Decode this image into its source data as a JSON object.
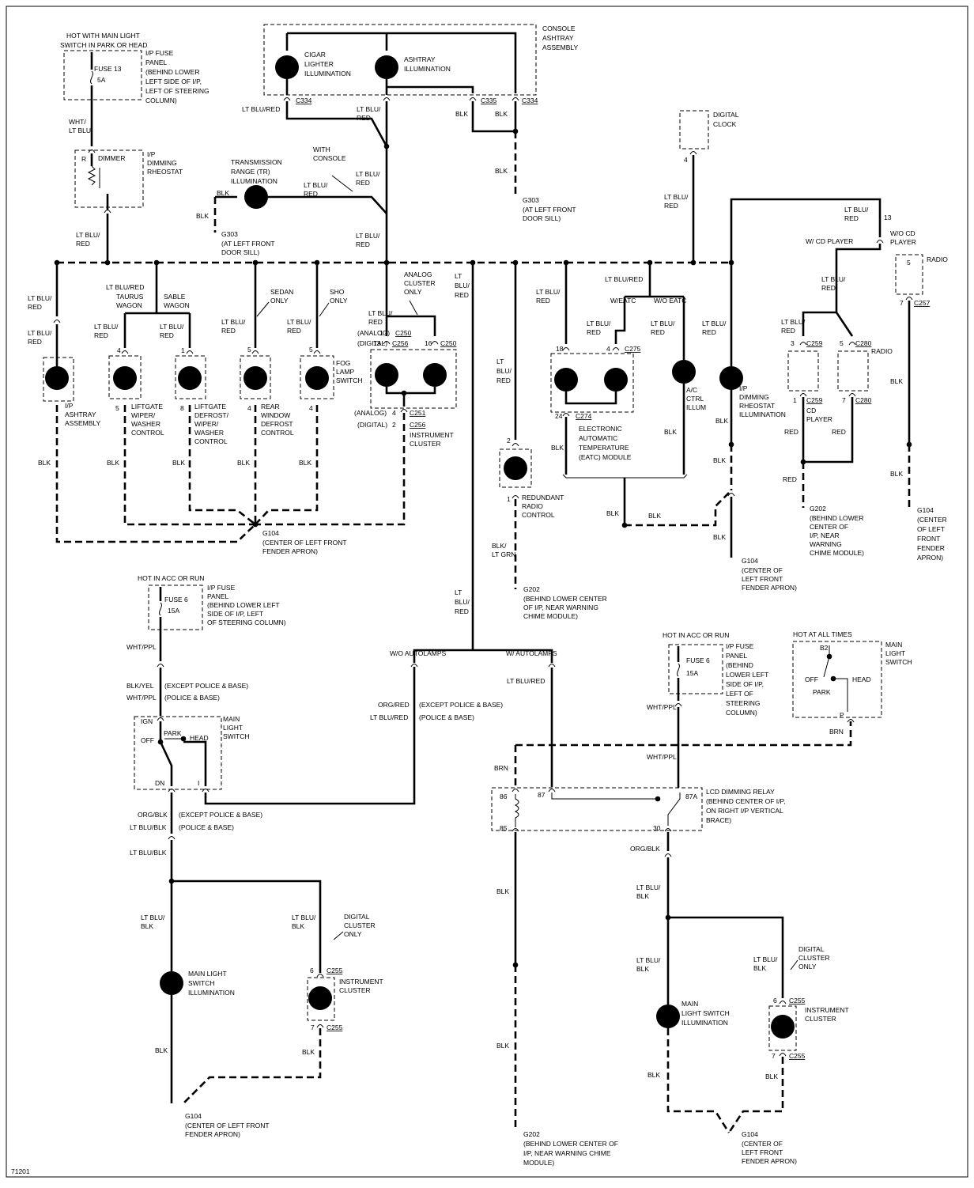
{
  "corner_id": "71201",
  "colors": {
    "ink": "#000000",
    "paper": "#ffffff"
  },
  "fuse13": {
    "hot": "HOT WITH MAIN LIGHT",
    "hot2": "SWITCH IN PARK OR HEAD",
    "name": "FUSE 13",
    "amp": "5A",
    "panel": [
      "I/P FUSE",
      "PANEL",
      "(BEHIND LOWER",
      "LEFT SIDE OF I/P,",
      "LEFT OF STEERING",
      "COLUMN)"
    ]
  },
  "dimmer": {
    "wire_in": [
      "WHT/",
      "LT BLU"
    ],
    "r": "R",
    "name": "DIMMER",
    "label": [
      "I/P",
      "DIMMING",
      "RHEOSTAT"
    ],
    "wire_out": [
      "LT BLU/",
      "RED"
    ]
  },
  "trans": {
    "label": [
      "TRANSMISSION",
      "RANGE (TR)",
      "ILLUMINATION"
    ],
    "blk1": "BLK",
    "blk2": "BLK",
    "gnd": "G303",
    "gnd_loc": [
      "(AT LEFT FRONT",
      "DOOR SILL)"
    ],
    "wire": [
      "LT BLU/",
      "RED"
    ],
    "console": [
      "WITH",
      "CONSOLE"
    ]
  },
  "console": {
    "title": [
      "CONSOLE",
      "ASHTRAY",
      "ASSEMBLY"
    ],
    "cigar": [
      "CIGAR",
      "LIGHTER",
      "ILLUMINATION"
    ],
    "ashtray": [
      "ASHTRAY",
      "ILLUMINATION"
    ],
    "c334": "C334",
    "c335": "C335",
    "c334b": "C334",
    "wire_a": "LT BLU/RED",
    "wire_b": [
      "LT BLU/",
      "RED"
    ],
    "wire_c": [
      "LT BLU/",
      "RED"
    ],
    "wire_d": [
      "LT BLU/",
      "RED"
    ],
    "blk1": "BLK",
    "blk2": "BLK",
    "blk3": "BLK",
    "gnd": "G303",
    "gnd_loc": [
      "(AT LEFT FRONT",
      "DOOR SILL)"
    ]
  },
  "clock": {
    "label": [
      "DIGITAL",
      "CLOCK"
    ],
    "pin": "4",
    "wire": [
      "LT BLU/",
      "RED"
    ]
  },
  "radio_top": {
    "wire": [
      "LT BLU/",
      "RED"
    ],
    "pin": "13",
    "wcd": "W/ CD PLAYER",
    "wocd": [
      "W/O CD",
      "PLAYER"
    ]
  },
  "bus": {
    "ashtray": {
      "wire1": [
        "LT BLU/",
        "RED"
      ],
      "wire2": [
        "LT BLU/",
        "RED"
      ],
      "label": [
        "I/P",
        "ASHTRAY",
        "ASSEMBLY"
      ],
      "blk": "BLK"
    },
    "ltred": "LT BLU/RED",
    "taurus": [
      "TAURUS",
      "WAGON"
    ],
    "sable": [
      "SABLE",
      "WAGON"
    ],
    "liftgate": {
      "wire": [
        "LT BLU/",
        "RED"
      ],
      "pin1": "4",
      "pin2": "5",
      "label": [
        "LIFTGATE",
        "WIPER/",
        "WASHER",
        "CONTROL"
      ],
      "blk": "BLK"
    },
    "defrost": {
      "wire": [
        "LT BLU/",
        "RED"
      ],
      "pin1": "1",
      "pin2": "8",
      "label": [
        "LIFTGATE",
        "DEFROST/",
        "WIPER/",
        "WASHER",
        "CONTROL"
      ],
      "blk": "BLK"
    },
    "rear": {
      "sedan": [
        "SEDAN",
        "ONLY"
      ],
      "wire": [
        "LT BLU/",
        "RED"
      ],
      "pin1": "5",
      "pin2": "4",
      "label": [
        "REAR",
        "WINDOW",
        "DEFROST",
        "CONTROL"
      ],
      "blk": "BLK"
    },
    "fog": {
      "sho": [
        "SHO",
        "ONLY"
      ],
      "wire": [
        "LT BLU/",
        "RED"
      ],
      "pin1": "5",
      "pin2": "4",
      "label": [
        "FOG",
        "LAMP",
        "SWITCH"
      ],
      "blk": "BLK"
    },
    "cluster": {
      "only": [
        "ANALOG",
        "CLUSTER",
        "ONLY"
      ],
      "wire": [
        "LT BLU/",
        "RED"
      ],
      "analog": "(ANALOG)",
      "digital": "(DIGITAL)",
      "p1": "1",
      "p13": "13",
      "p16": "16",
      "c250": "C250",
      "c256": "C256",
      "c250b": "C250",
      "p4": "4",
      "p2": "2",
      "c251": "C251",
      "c256b": "C256",
      "label": [
        "INSTRUMENT",
        "CLUSTER"
      ],
      "analog2": "(ANALOG)",
      "digital2": "(DIGITAL)"
    },
    "g104": "G104",
    "g104_loc": [
      "(CENTER OF LEFT FRONT",
      "FENDER APRON)"
    ],
    "ltblured_mid": [
      "LT",
      "BLU/",
      "RED"
    ]
  },
  "redundant": {
    "wire": [
      "LT",
      "BLU/",
      "RED"
    ],
    "p2": "2",
    "p1": "1",
    "label": [
      "REDUNDANT",
      "RADIO",
      "CONTROL"
    ],
    "wire2": [
      "BLK/",
      "LT GRN"
    ],
    "gnd": "G202",
    "gnd_loc": [
      "(BEHIND LOWER CENTER",
      "OF I/P, NEAR WARNING",
      "CHIME MODULE)"
    ]
  },
  "eatc": {
    "wire": "LT BLU/RED",
    "weatc": "W/EATC",
    "woeatc": "W/O EATC",
    "wire_a": [
      "LT BLU/",
      "RED"
    ],
    "wire_b": [
      "LT BLU/",
      "RED"
    ],
    "wire_c": [
      "LT BLU/",
      "RED"
    ],
    "p18": "18",
    "p4": "4",
    "c275": "C275",
    "p24": "24",
    "c274": "C274",
    "label": [
      "ELECTRONIC",
      "AUTOMATIC",
      "TEMPERATURE",
      "(EATC) MODULE"
    ],
    "blk": "BLK",
    "ac": [
      "A/C",
      "CTRL",
      "ILLUM"
    ],
    "blk2": "BLK",
    "blk3": "BLK",
    "blk4": "BLK"
  },
  "ipdim": {
    "wire": [
      "LT BLU/",
      "RED"
    ],
    "label": [
      "I/P",
      "DIMMING",
      "RHEOSTAT",
      "ILLUMINATION"
    ],
    "blk": "BLK",
    "blk2": "BLK",
    "blk3": "BLK",
    "gnd": "G104",
    "gnd_loc": [
      "(CENTER OF",
      "LEFT FRONT",
      "FENDER APRON)"
    ]
  },
  "cd": {
    "wire": [
      "LT BLU/",
      "RED"
    ],
    "wire2": [
      "LT BLU/",
      "RED"
    ],
    "p3": "3",
    "c259": "C259",
    "p5": "5",
    "c280": "C280",
    "radio": "RADIO",
    "p1": "1",
    "c259b": "C259",
    "label": [
      "CD",
      "PLAYER"
    ],
    "p7": "7",
    "c280b": "C280",
    "red1": "RED",
    "red2": "RED",
    "red3": "RED",
    "gnd": "G202",
    "gnd_loc": [
      "(BEHIND LOWER",
      "CENTER OF",
      "I/P, NEAR",
      "WARNING",
      "CHIME MODULE)"
    ]
  },
  "radio": {
    "p5": "5",
    "label": "RADIO",
    "p7": "7",
    "c257": "C257",
    "blk1": "BLK",
    "blk2": "BLK",
    "gnd": "G104",
    "gnd_loc": [
      "(CENTER",
      "OF LEFT",
      "FRONT",
      "FENDER",
      "APRON)"
    ]
  },
  "fuse6a": {
    "hot": "HOT IN ACC OR RUN",
    "name": "FUSE 6",
    "amp": "15A",
    "panel": [
      "I/P FUSE",
      "PANEL",
      "(BEHIND LOWER LEFT",
      "SIDE OF I/P, LEFT",
      "OF STEERING COLUMN)"
    ],
    "wire": "WHT/PPL"
  },
  "mls_left": {
    "w1": "BLK/YEL",
    "w1n": "(EXCEPT POLICE & BASE)",
    "w2": "WHT/PPL",
    "w2n": "(POLICE & BASE)",
    "ign": "IGN",
    "off": "OFF",
    "park": "PARK",
    "head": "HEAD",
    "dn": "DN",
    "i": "I",
    "label": [
      "MAIN",
      "LIGHT",
      "SWITCH"
    ],
    "o1": "ORG/BLK",
    "o1n": "(EXCEPT POLICE & BASE)",
    "o2": "LT BLU/BLK",
    "o2n": "(POLICE & BASE)",
    "o3": "LT BLU/BLK"
  },
  "autolamps": {
    "wire": [
      "LT",
      "BLU/",
      "RED"
    ],
    "wo": "W/O AUTOLAMPS",
    "w": "W/ AUTOLAMPS",
    "org": "ORG/RED",
    "orgn": "(EXCEPT POLICE & BASE)",
    "lt": "LT BLU/RED",
    "ltn": "(POLICE & BASE)",
    "w2": "LT BLU/RED"
  },
  "lower_left": {
    "wire1": [
      "LT BLU/",
      "BLK"
    ],
    "mls": [
      "MAIN LIGHT",
      "SWITCH",
      "ILLUMINATION"
    ],
    "blk1": "BLK",
    "wire2": [
      "LT BLU/",
      "BLK"
    ],
    "dig": [
      "DIGITAL",
      "CLUSTER",
      "ONLY"
    ],
    "p6": "6",
    "c255": "C255",
    "clus": [
      "INSTRUMENT",
      "CLUSTER"
    ],
    "p7": "7",
    "c255b": "C255",
    "blk2": "BLK",
    "gnd": "G104",
    "gnd_loc": [
      "(CENTER OF LEFT FRONT",
      "FENDER APRON)"
    ]
  },
  "fuse6b": {
    "hot": "HOT IN ACC OR RUN",
    "name": "FUSE 6",
    "amp": "15A",
    "panel": [
      "I/P FUSE",
      "PANEL",
      "(BEHIND",
      "LOWER LEFT",
      "SIDE OF I/P,",
      "LEFT OF",
      "STEERING",
      "COLUMN)"
    ],
    "wire": "WHT/PPL",
    "wire2": "WHT/PPL"
  },
  "mls_right": {
    "hot": "HOT AT ALL TIMES",
    "b2": "B2",
    "off": "OFF",
    "park": "PARK",
    "head": "HEAD",
    "p": "P",
    "label": [
      "MAIN",
      "LIGHT",
      "SWITCH"
    ],
    "brn": "BRN"
  },
  "relay": {
    "brn": "BRN",
    "p86": "86",
    "p87": "87",
    "p87a": "87A",
    "p85": "85",
    "p30": "30",
    "label": [
      "LCD DIMMING RELAY",
      "(BEHIND CENTER OF I/P,",
      "ON RIGHT I/P VERTICAL",
      "BRACE)"
    ],
    "blk1": "BLK",
    "blk2": "BLK",
    "gnd": "G202",
    "gnd_loc": [
      "(BEHIND LOWER CENTER OF",
      "I/P, NEAR WARNING CHIME",
      "MODULE)"
    ]
  },
  "lower_right": {
    "w1": "ORG/BLK",
    "w2": [
      "LT BLU/",
      "BLK"
    ],
    "w3": [
      "LT BLU/",
      "BLK"
    ],
    "mls": [
      "MAIN",
      "LIGHT SWITCH",
      "ILLUMINATION"
    ],
    "blk1": "BLK",
    "w4": [
      "LT BLU/",
      "BLK"
    ],
    "dig": [
      "DIGITAL",
      "CLUSTER",
      "ONLY"
    ],
    "p6": "6",
    "c255": "C255",
    "clus": [
      "INSTRUMENT",
      "CLUSTER"
    ],
    "p7": "7",
    "c255b": "C255",
    "blk2": "BLK",
    "gnd": "G104",
    "gnd_loc": [
      "(CENTER OF",
      "LEFT FRONT",
      "FENDER APRON)"
    ]
  }
}
